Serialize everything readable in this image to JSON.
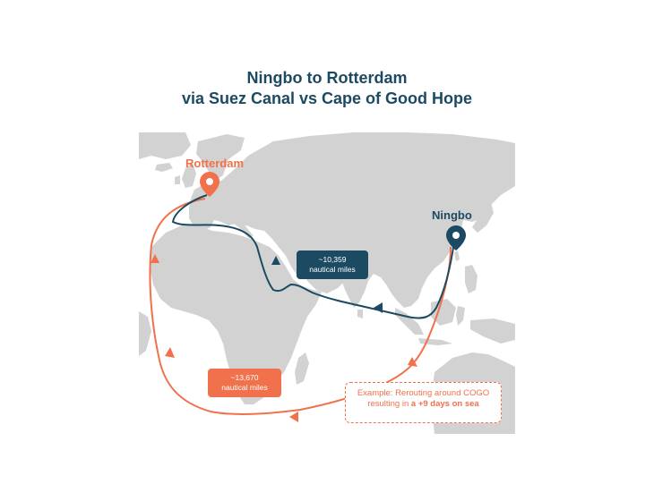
{
  "title": {
    "line1": "Ningbo to Rotterdam",
    "line2": "via Suez Canal vs Cape of Good Hope"
  },
  "map": {
    "origin": {
      "label": "Ningbo",
      "icon": "location-pin-icon",
      "color": "#1c4a63"
    },
    "destination": {
      "label": "Rotterdam",
      "icon": "location-pin-icon",
      "color": "#f0714b"
    },
    "routes": [
      {
        "via": "Suez Canal",
        "distance_line1": "~10,359",
        "distance_line2": "nautical miles",
        "color": "#1c4a63"
      },
      {
        "via": "Cape of Good Hope",
        "distance_line1": "~13,670",
        "distance_line2": "nautical miles",
        "color": "#f0714b"
      }
    ],
    "note": {
      "text_before": "Example: Rerouting around COGO resulting  in ",
      "text_bold": "a +9 days on sea"
    },
    "land_color": "#d2d2d2"
  }
}
